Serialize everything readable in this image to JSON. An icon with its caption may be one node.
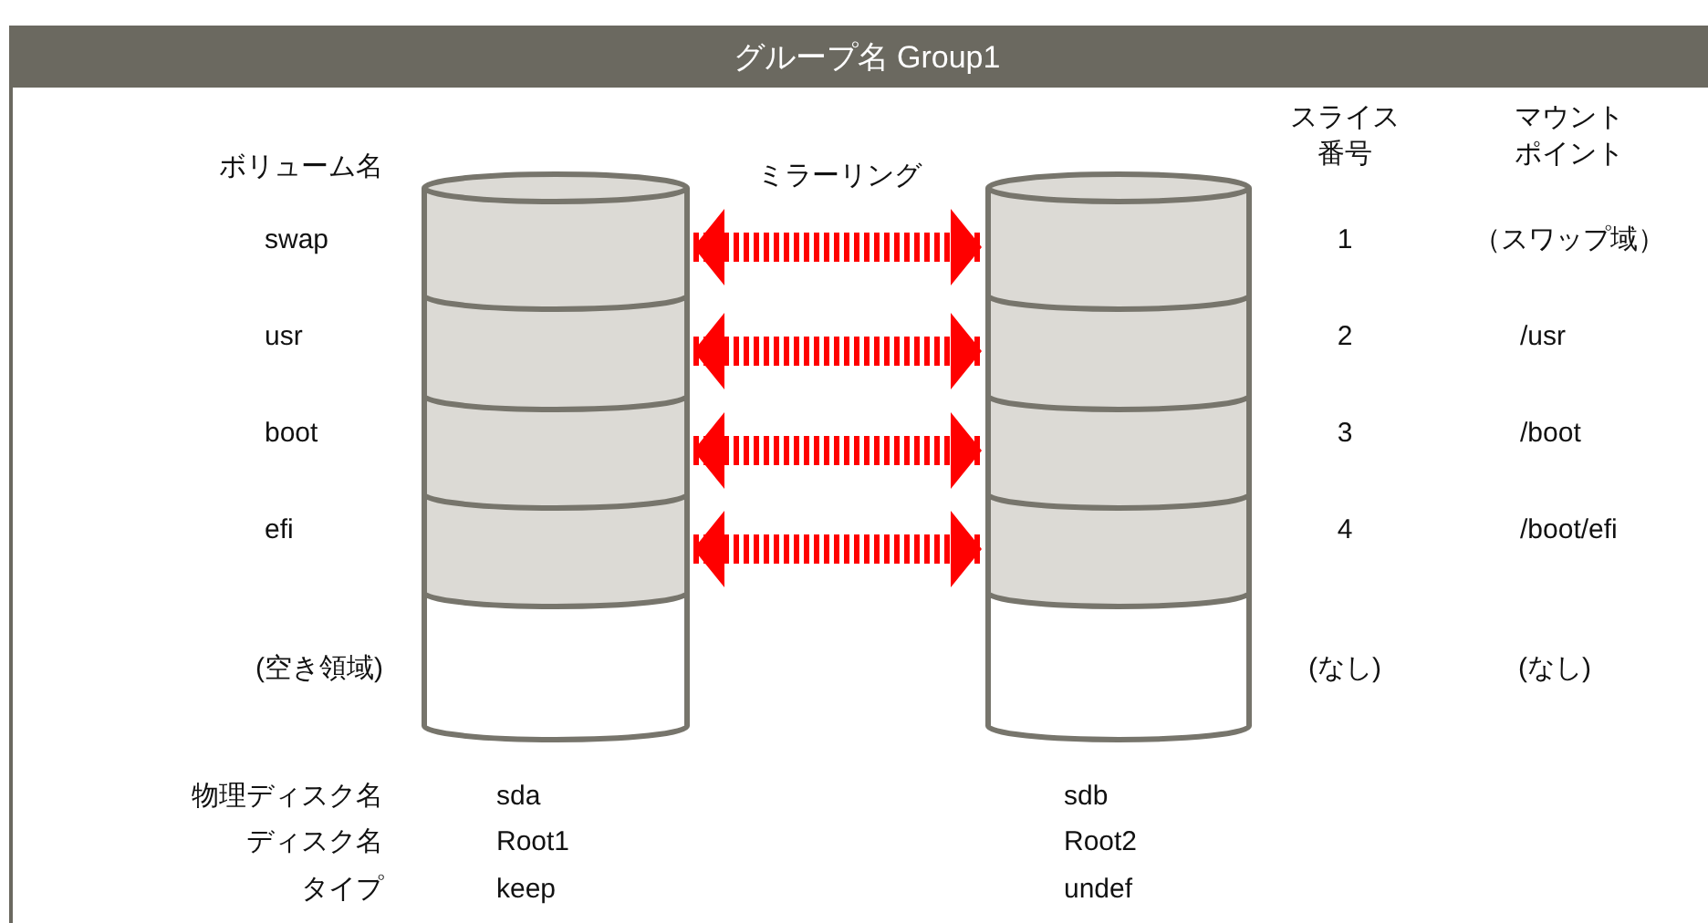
{
  "diagram": {
    "nodes": [
      {
        "text": [
          "グループ名 Group1"
        ]
      },
      {
        "text": [],
        "shape": "cylinder",
        "in": 0
      },
      {
        "text": [],
        "shape": "cylinder",
        "in": 0
      },
      {
        "text": [],
        "shape": "cylinder",
        "in": 0
      },
      {
        "text": [],
        "shape": "cylinder",
        "in": 0
      },
      {
        "text": [],
        "shape": "cylinder",
        "in": 0
      },
      {
        "text": [],
        "shape": "cylinder",
        "in": 0
      },
      {
        "text": [],
        "shape": "cylinder",
        "in": 0
      },
      {
        "text": [],
        "shape": "cylinder",
        "in": 0
      },
      {
        "text": [],
        "shape": "cylinder",
        "in": 0
      },
      {
        "text": [],
        "shape": "cylinder",
        "in": 0
      }
    ],
    "edges": [
      {
        "from": 1,
        "to": 6,
        "arrow": "both",
        "style": "dashed",
        "color": "#ff0000"
      },
      {
        "from": 2,
        "to": 7,
        "arrow": "both",
        "style": "dashed",
        "color": "#ff0000"
      },
      {
        "from": 3,
        "to": 8,
        "arrow": "both",
        "style": "dashed",
        "color": "#ff0000"
      },
      {
        "from": 4,
        "to": 9,
        "arrow": "both",
        "style": "dashed",
        "color": "#ff0000"
      }
    ],
    "labels": [
      "ボリューム名",
      "ミラーリング",
      "スライス番号",
      "マウントポイント",
      "swap",
      "1",
      "（スワップ域）",
      "usr",
      "2",
      "/usr",
      "boot",
      "3",
      "/boot",
      "efi",
      "4",
      "/boot/efi",
      "(空き領域)",
      "(なし)",
      "(なし)",
      "物理ディスク名",
      "sda",
      "sdb",
      "ディスク名",
      "Root1",
      "Root2",
      "タイプ",
      "keep",
      "undef"
    ]
  }
}
